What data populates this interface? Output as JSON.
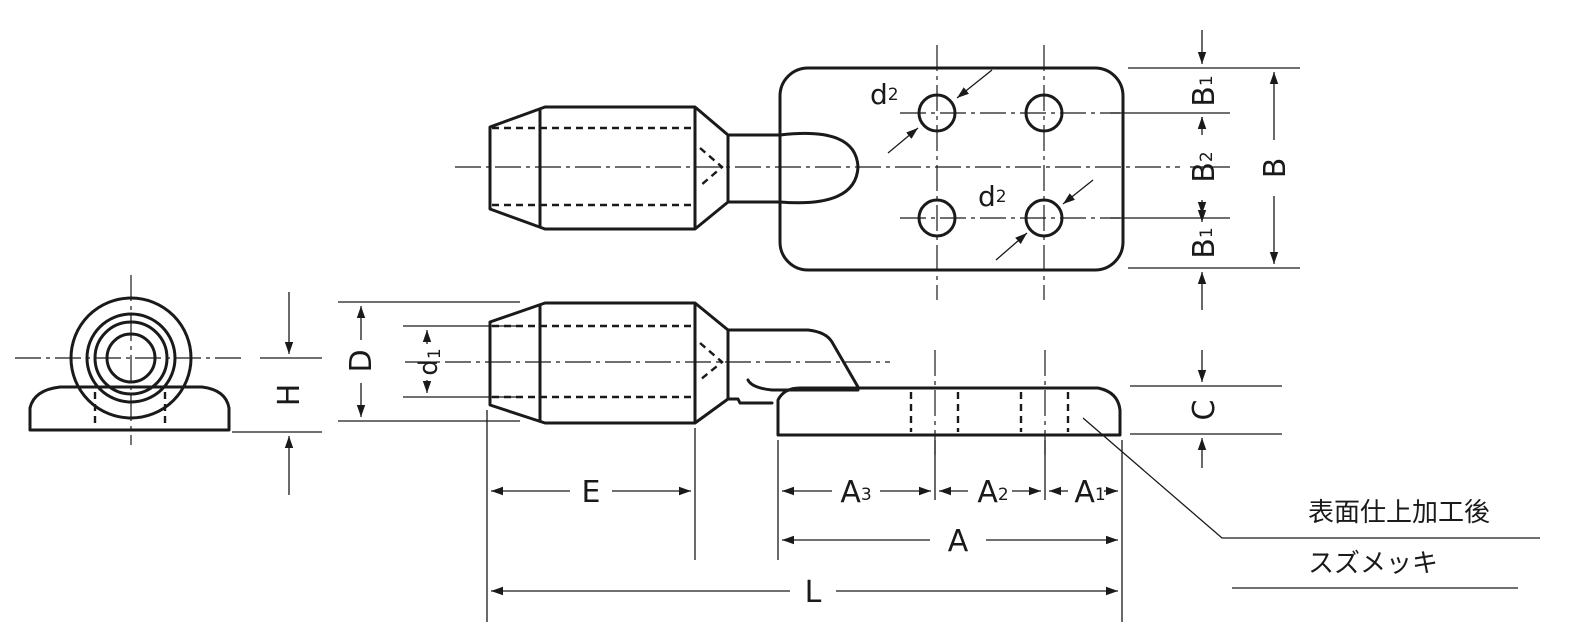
{
  "dims": {
    "D": "D",
    "d1": "d",
    "d1_sub": "1",
    "H": "H",
    "E": "E",
    "A": "A",
    "A1": "A",
    "A1_sub": "1",
    "A2": "A",
    "A2_sub": "2",
    "A3": "A",
    "A3_sub": "3",
    "L": "L",
    "C": "C",
    "B": "B",
    "B1": "B",
    "B1_sub": "1",
    "B2": "B",
    "B2_sub": "2",
    "d2": "d",
    "d2_sub": "2"
  },
  "notes": {
    "finish_line1": "表面仕上加工後",
    "finish_line2": "スズメッキ"
  }
}
